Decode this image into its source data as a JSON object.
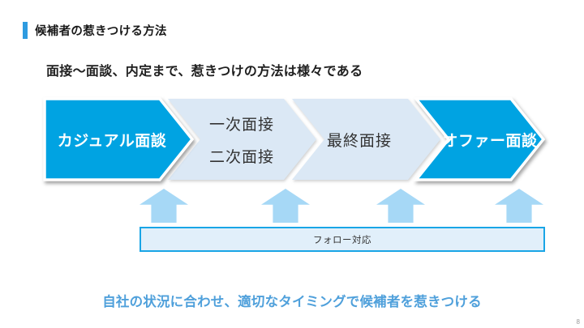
{
  "slide": {
    "title": "候補者の惹きつける方法",
    "subtitle": "面接～面談、内定まで、惹きつけの方法は様々である",
    "process": {
      "steps": [
        {
          "label": "カジュアル面談",
          "style": "highlight"
        },
        {
          "line1": "一次面接",
          "line2": "二次面接",
          "style": "light"
        },
        {
          "label": "最終面接",
          "style": "light"
        },
        {
          "label": "オファー面談",
          "style": "highlight"
        }
      ]
    },
    "follow": {
      "label": "フォロー対応"
    },
    "conclusion": "自社の状況に合わせ、適切なタイミングで候補者を惹きつける",
    "page_number": "8"
  },
  "colors": {
    "accent_blue": "#00a3e2",
    "light_chevron": "#dbe8f5",
    "arrow_blue": "#a6d8f6",
    "follow_border": "#19a5e6",
    "follow_fill": "#e1effa",
    "conclusion_blue": "#4fa0db",
    "title_bar_blue": "#2e9be0"
  },
  "icons": {
    "up_arrow": "block-arrow-up",
    "chevron": "process-chevron"
  }
}
